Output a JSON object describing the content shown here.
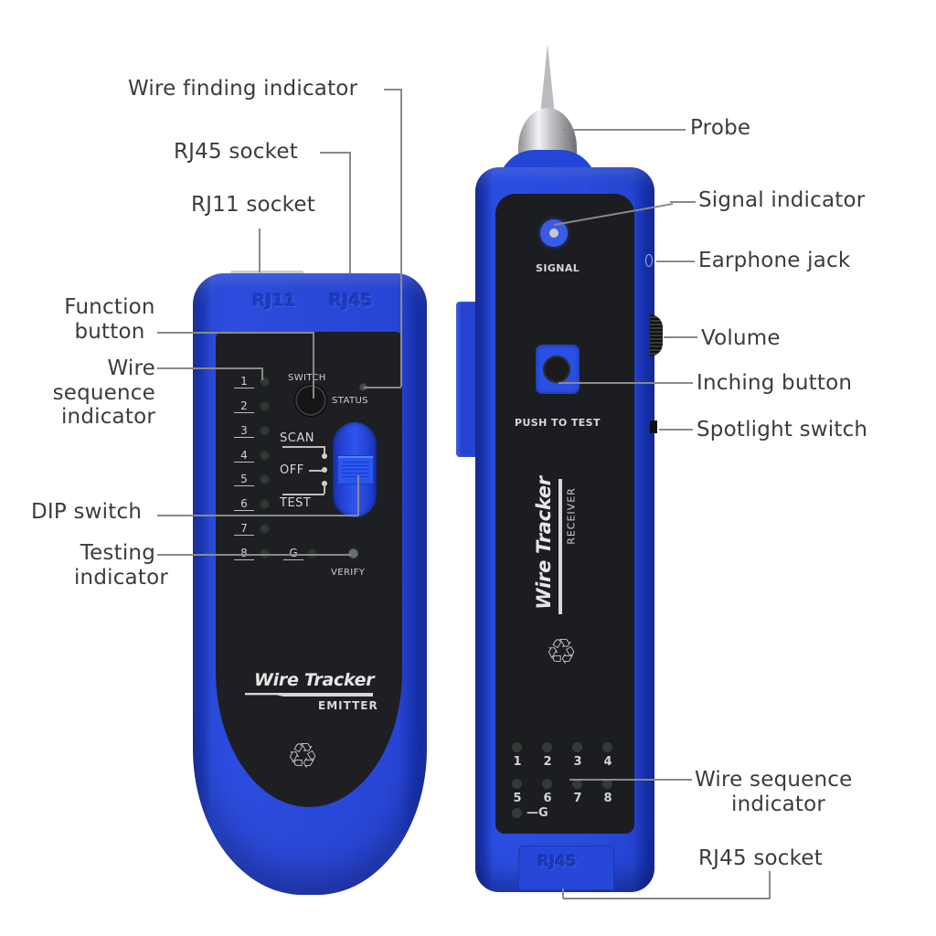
{
  "emitter": {
    "socket_labels": {
      "rj11": "RJ11",
      "rj45": "RJ45"
    },
    "switch_label": "SWITCH",
    "status_label": "STATUS",
    "sequence_numbers": [
      "1",
      "2",
      "3",
      "4",
      "5",
      "6",
      "7",
      "8"
    ],
    "ground_label": "G",
    "verify_label": "VERIFY",
    "dip_positions": {
      "scan": "SCAN",
      "off": "OFF",
      "test": "TEST"
    },
    "brand": "Wire Tracker",
    "model": "EMITTER",
    "recycle_icon": "♲",
    "body_color": "#2b49d8",
    "face_color": "#1d1f22"
  },
  "receiver": {
    "signal_label": "SIGNAL",
    "push_label": "PUSH TO TEST",
    "brand": "Wire Tracker",
    "model": "RECEIVER",
    "recycle_icon": "♲",
    "sequence_row1": [
      "1",
      "2",
      "3",
      "4"
    ],
    "sequence_row2": [
      "5",
      "6",
      "7",
      "8"
    ],
    "ground_label": "—G",
    "socket_label": "RJ45",
    "body_color": "#2a4bdc",
    "face_color": "#1b1d20"
  },
  "callouts": {
    "wire_finding_indicator": "Wire finding indicator",
    "rj45_socket_emitter": "RJ45 socket",
    "rj11_socket": "RJ11 socket",
    "function_button_line1": "Function",
    "function_button_line2": "button",
    "wire_sequence_line1": "Wire",
    "wire_sequence_line2": "sequence",
    "wire_sequence_line3": "indicator",
    "dip_switch": "DIP switch",
    "testing_indicator_line1": "Testing",
    "testing_indicator_line2": "indicator",
    "probe": "Probe",
    "signal_indicator": "Signal indicator",
    "earphone_jack": "Earphone jack",
    "volume": "Volume",
    "inching_button": "Inching button",
    "spotlight_switch": "Spotlight switch",
    "rx_wire_sequence_line1": "Wire sequence",
    "rx_wire_sequence_line2": "indicator",
    "rj45_socket_receiver": "RJ45 socket"
  }
}
